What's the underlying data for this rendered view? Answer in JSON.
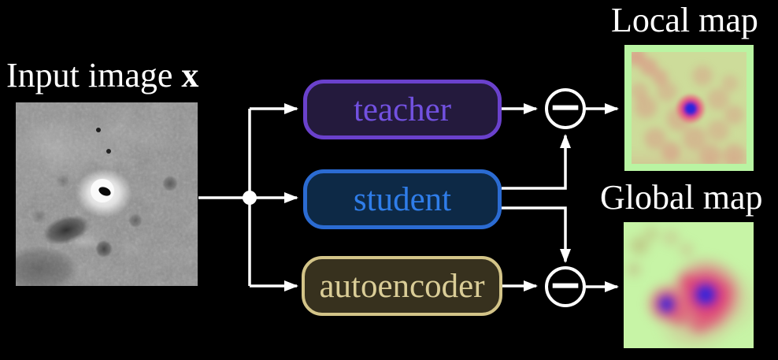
{
  "labels": {
    "input_prefix": "Input image ",
    "input_variable": "x",
    "local_map": "Local map",
    "global_map": "Global map"
  },
  "boxes": {
    "teacher": {
      "label": "teacher",
      "border_color": "#6a41cc",
      "fill_color": "#241a3d",
      "text_color": "#7251e0"
    },
    "student": {
      "label": "student",
      "border_color": "#2b6bd2",
      "fill_color": "#0d2946",
      "text_color": "#2f7de9"
    },
    "autoencoder": {
      "label": "autoencoder",
      "border_color": "#d3c488",
      "fill_color": "#37311e",
      "text_color": "#dacd97"
    }
  },
  "operators": {
    "difference_top": "−",
    "difference_bottom": "−"
  },
  "colors": {
    "background": "#000000",
    "connector": "#ffffff",
    "label_text": "#ffffff",
    "local_map_frame": "#b9f4a2",
    "local_map_interior": "#cddc9a",
    "global_map_background": "#c7f4a6",
    "anomaly_blue": "#2b24dd",
    "anomaly_red": "#e0457f"
  }
}
